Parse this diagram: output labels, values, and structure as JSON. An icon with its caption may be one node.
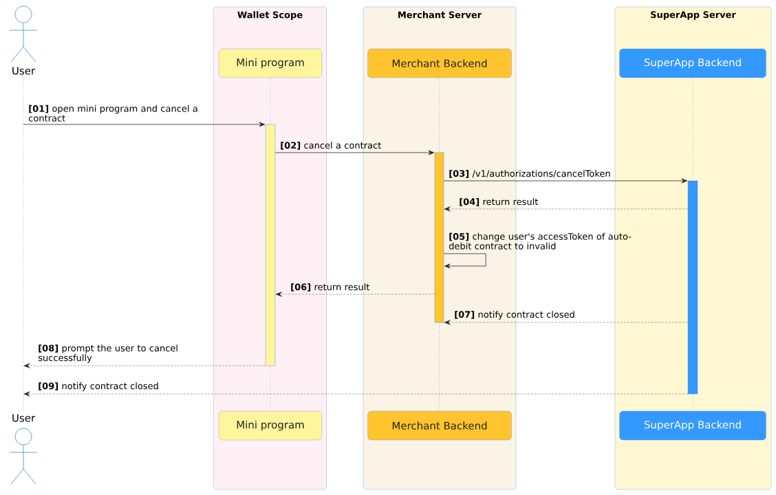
{
  "diagram": {
    "nodes": [
      {
        "text": [
          "Wallet Scope"
        ]
      },
      {
        "text": [
          "Merchant Server"
        ]
      },
      {
        "text": [
          "SuperApp Server"
        ]
      },
      {
        "text": [
          "User"
        ]
      },
      {
        "text": [
          "Mini program"
        ],
        "in": 0
      },
      {
        "text": [
          "Merchant Backend"
        ],
        "in": 1
      },
      {
        "text": [
          "SuperApp Backend"
        ],
        "in": 2
      },
      {
        "text": [
          "User"
        ]
      },
      {
        "text": [
          "Mini program"
        ],
        "in": 0
      },
      {
        "text": [
          "Merchant Backend"
        ],
        "in": 1
      },
      {
        "text": [
          "SuperApp Backend"
        ],
        "in": 2
      },
      {
        "text": [],
        "shape": "bar",
        "in": 0
      },
      {
        "text": [],
        "shape": "bar",
        "in": 1
      },
      {
        "text": [],
        "shape": "bar",
        "in": 2
      }
    ],
    "edges": [
      {
        "from": 3,
        "to": 7,
        "arrow": "none",
        "style": "dashed",
        "color": "#7fa8e0"
      },
      {
        "from": 4,
        "to": 11,
        "arrow": "none",
        "style": "dashed",
        "color": "#7fa8e0"
      },
      {
        "from": 11,
        "to": 8,
        "arrow": "none",
        "style": "dashed",
        "color": "#7fa8e0"
      },
      {
        "from": 5,
        "to": 12,
        "arrow": "none",
        "style": "dashed",
        "color": "#7fa8e0"
      },
      {
        "from": 12,
        "to": 9,
        "arrow": "none",
        "style": "dashed",
        "color": "#7fa8e0"
      },
      {
        "from": 6,
        "to": 13,
        "arrow": "none",
        "style": "dashed",
        "color": "#7fa8e0"
      },
      {
        "from": 13,
        "to": 10,
        "arrow": "none",
        "style": "dashed",
        "color": "#7fa8e0"
      },
      {
        "from": null,
        "to": 11,
        "arrow": "to",
        "label": "**[01]** open mini program and cancel a contract"
      },
      {
        "from": 11,
        "to": 12,
        "arrow": "to",
        "label": "**[02]** cancel a contract"
      },
      {
        "from": 12,
        "to": 13,
        "arrow": "to",
        "label": "**[03]** /v1/authorizations/cancelToken"
      },
      {
        "from": 13,
        "to": 12,
        "arrow": "to",
        "style": "dashed",
        "label": "**[04]** return result"
      },
      {
        "from": 12,
        "to": 12,
        "arrow": "to",
        "label": "**[05]** change user's accessToken of auto-debit contract to invalid"
      },
      {
        "from": 12,
        "to": 11,
        "arrow": "to",
        "style": "dashed",
        "label": "**[06]** return result"
      },
      {
        "from": 13,
        "to": 12,
        "arrow": "to",
        "style": "dashed",
        "label": "**[07]** notify contract closed"
      },
      {
        "from": 11,
        "to": null,
        "arrow": "to",
        "style": "dashed",
        "label": "**[08]** prompt the user to cancel successfully"
      },
      {
        "from": 13,
        "to": null,
        "arrow": "to",
        "style": "dashed",
        "label": "**[09]** notify contract closed"
      }
    ]
  }
}
